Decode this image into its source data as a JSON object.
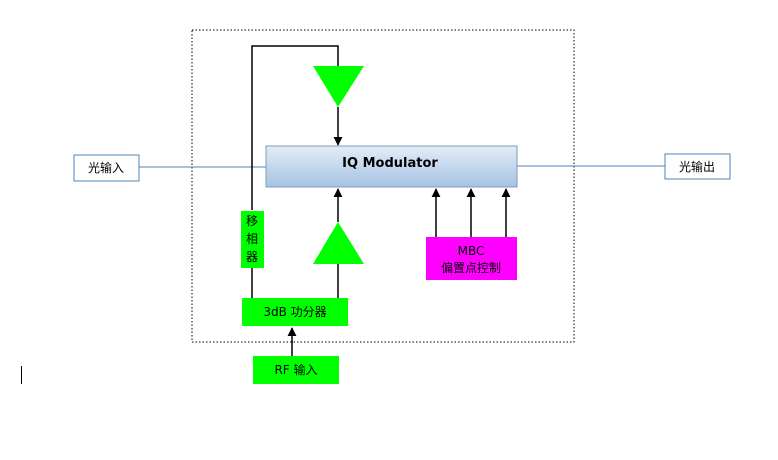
{
  "diagram": {
    "iq_modulator": "IQ Modulator",
    "optical_input": "光输入",
    "optical_output": "光输出",
    "phase_shifter": [
      "移",
      "相",
      "器"
    ],
    "splitter": "3dB 功分器",
    "rf_input": "RF  输入",
    "mbc_line1": "MBC",
    "mbc_line2": "偏置点控制"
  },
  "colors": {
    "green": "#00ff00",
    "magenta": "#ff00ff",
    "iq_fill_top": "#dce8f5",
    "iq_fill_bottom": "#a9c4e4",
    "iq_border": "#7f9db9",
    "line_blue": "#4f81bd",
    "io_border": "#4f81bd"
  }
}
